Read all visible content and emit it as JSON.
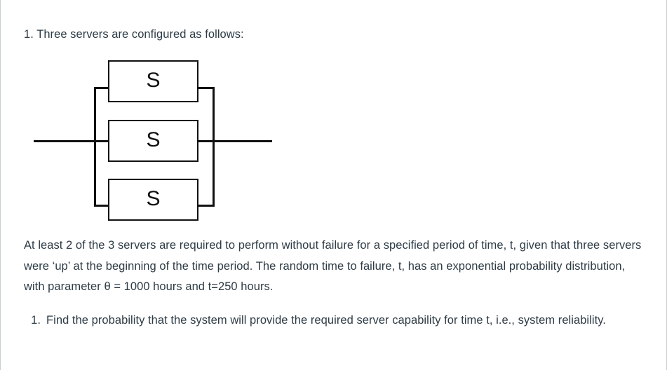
{
  "document": {
    "question_number": "1.",
    "intro": "1. Three servers are configured as follows:",
    "paragraph": "At least 2 of the 3 servers are required to perform without failure for a specified period of time, t, given that three servers were ‘up’ at the beginning of the time period. The random time to failure, t, has an exponential probability distribution, with parameter θ = 1000 hours and t=250 hours.",
    "subquestions": [
      {
        "marker": "1.",
        "text": "Find the probability that the system will provide the required server capability for time t, i.e., system reliability."
      }
    ]
  },
  "diagram": {
    "type": "reliability-block-diagram",
    "configuration": "parallel",
    "block_count": 3,
    "blocks": [
      {
        "label": "S",
        "name": "server-block-top"
      },
      {
        "label": "S",
        "name": "server-block-middle"
      },
      {
        "label": "S",
        "name": "server-block-bottom"
      }
    ],
    "line_color": "#111111",
    "box_fill": "#ffffff"
  },
  "theme": {
    "text_color": "#2d3b45",
    "background": "#ffffff",
    "border_color": "#c7cdd1"
  }
}
